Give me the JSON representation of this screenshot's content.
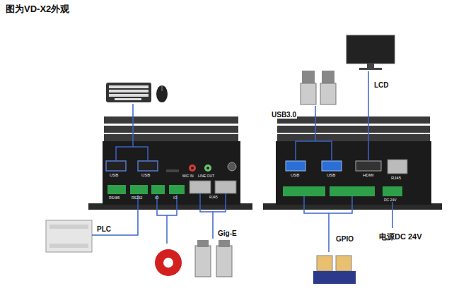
{
  "diagram": {
    "title": "图为VD-X2外观",
    "labels": [
      "USB",
      "USB",
      "MIC IN",
      "LINE OUT",
      "RS485",
      "RS232",
      "IO",
      "IO",
      "RJ45",
      "PLC",
      "Gig-E",
      "USB3.0",
      "LCD",
      "USB",
      "USB",
      "HDMI",
      "RJ45",
      "DC 24V",
      "GPIO",
      "电源DC 24V"
    ]
  }
}
